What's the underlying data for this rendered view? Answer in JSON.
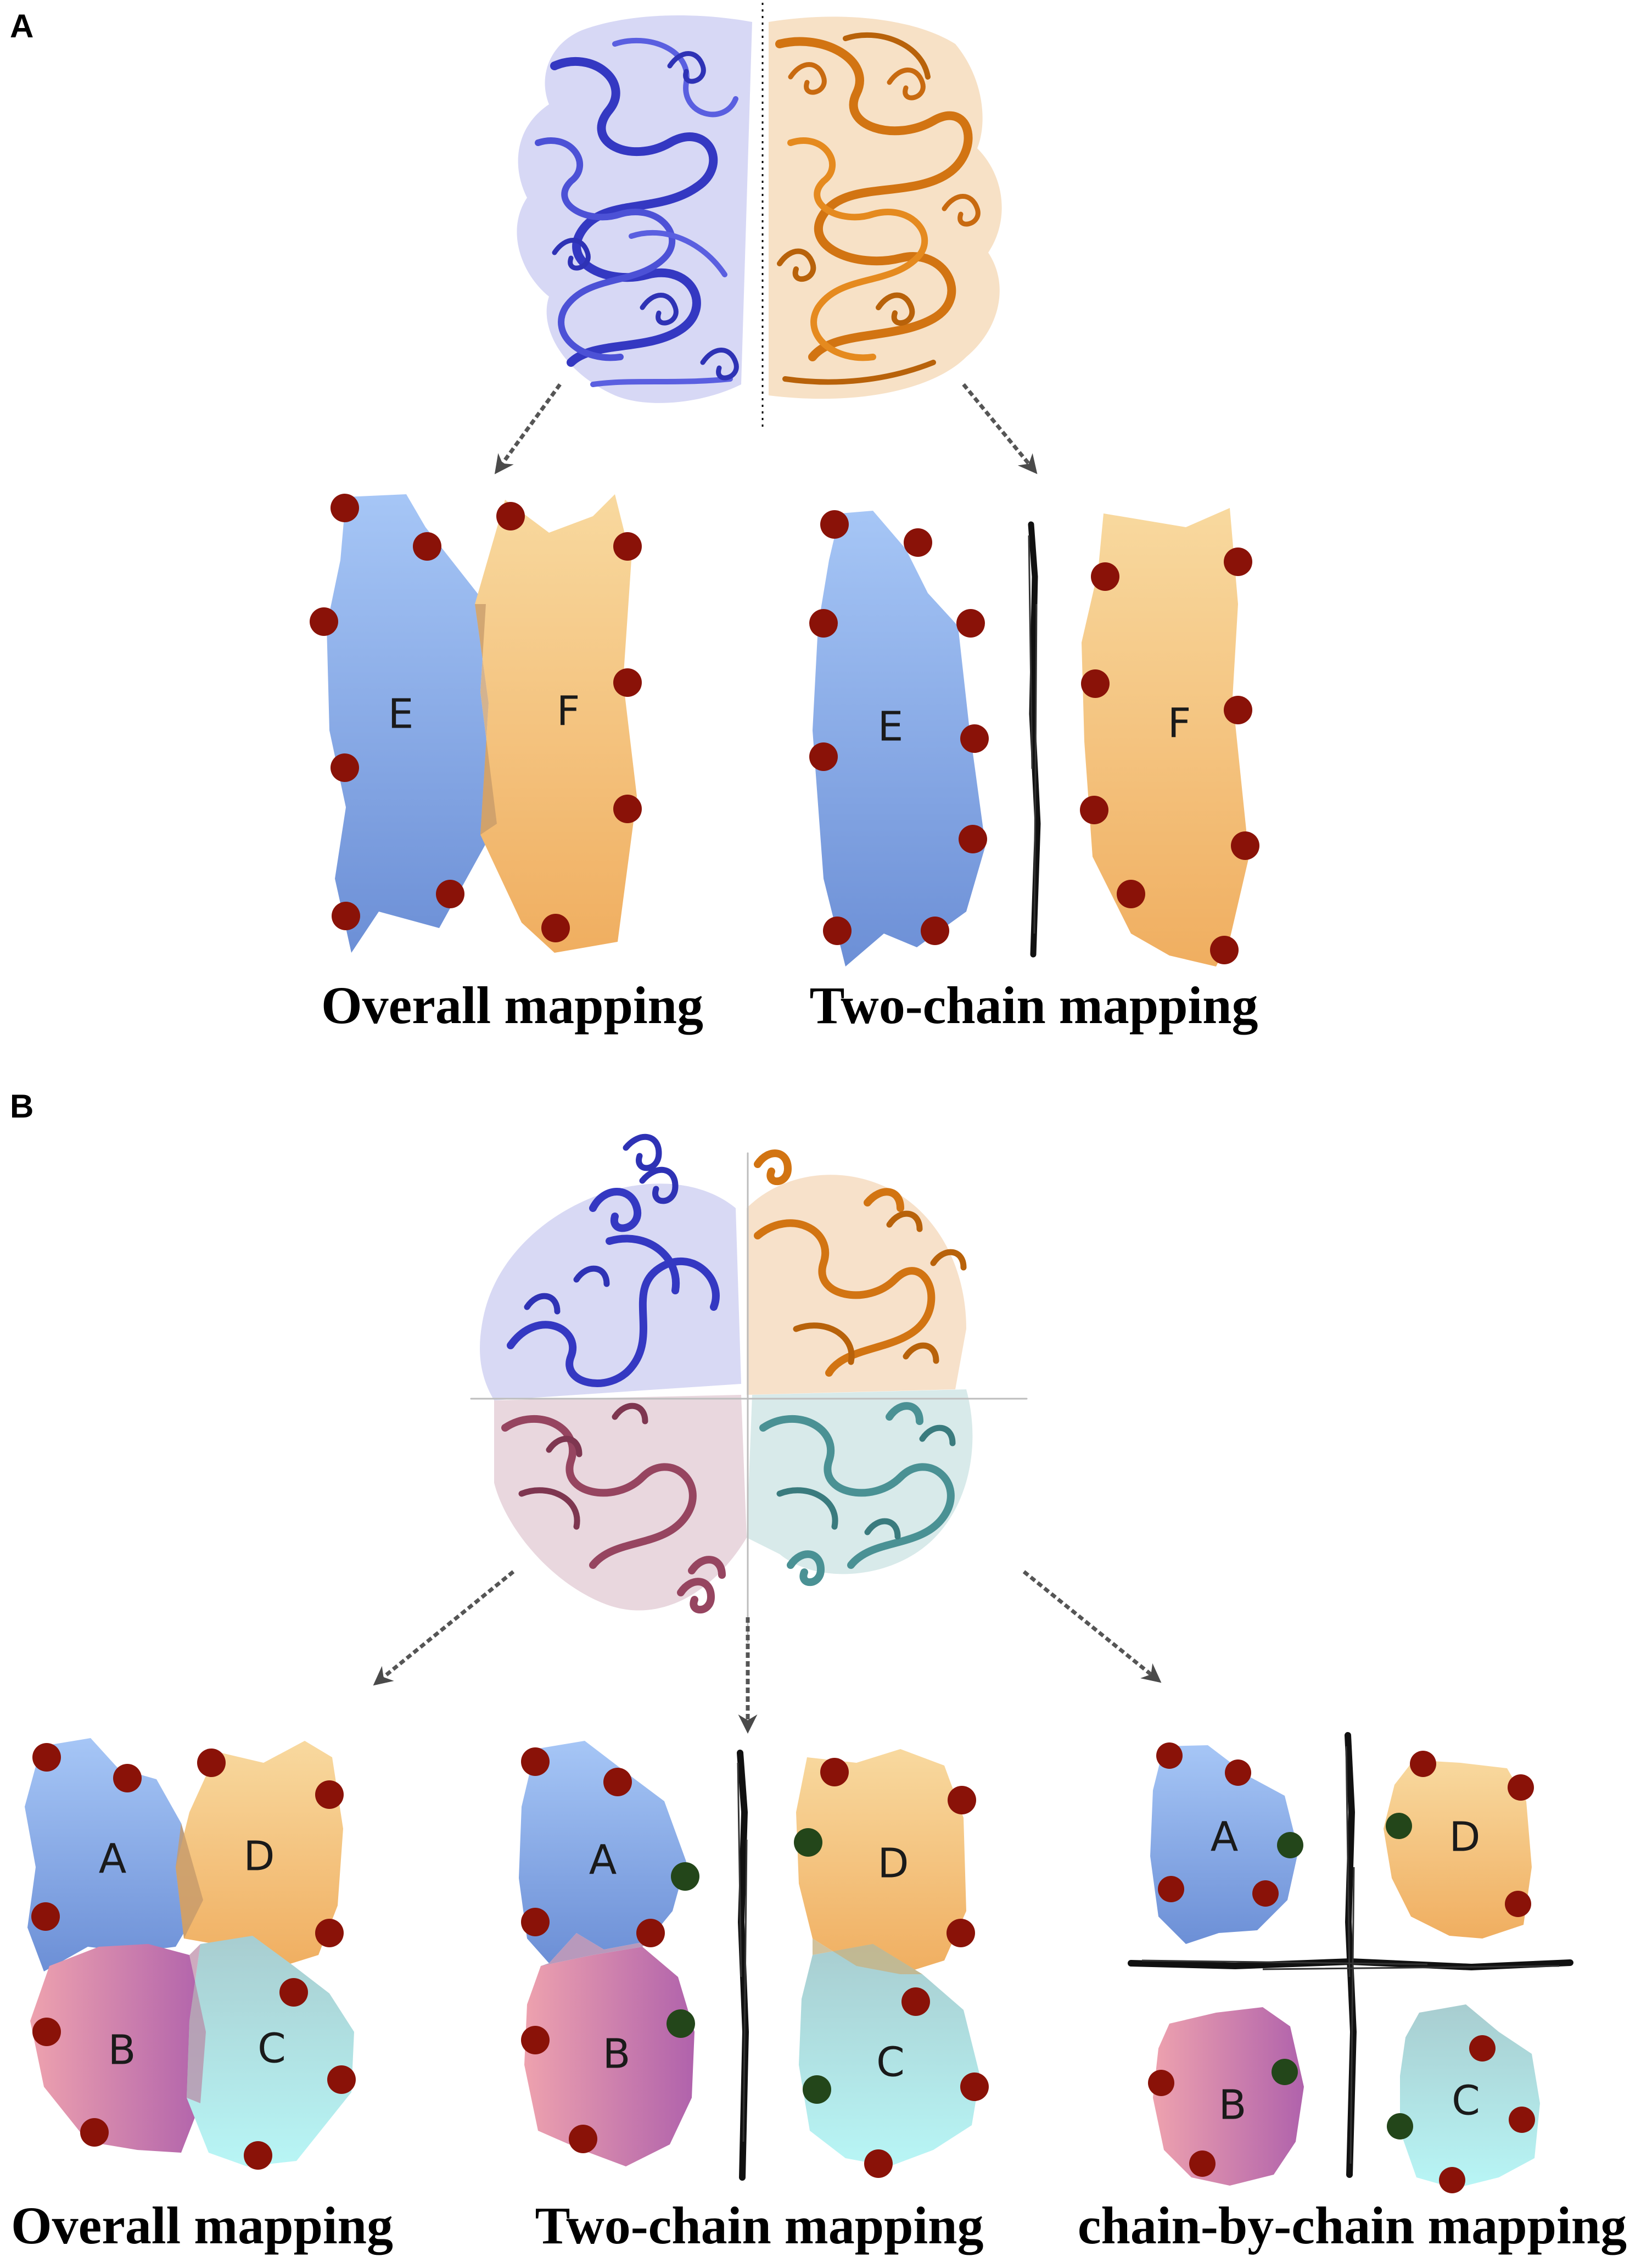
{
  "panels": [
    {
      "letter": "A",
      "chain_colors": [
        "#3a3fc8",
        "#d9780f"
      ],
      "layouts": [
        {
          "caption": "Overall mapping",
          "chains": [
            {
              "label": "E"
            },
            {
              "label": "F"
            }
          ]
        },
        {
          "caption": "Two-chain mapping",
          "chains": [
            {
              "label": "E"
            },
            {
              "label": "F"
            }
          ]
        }
      ]
    },
    {
      "letter": "B",
      "chain_colors": [
        "#3a3fc8",
        "#d9780f",
        "#9c4a67",
        "#4f9ea0"
      ],
      "layouts": [
        {
          "caption": "Overall mapping",
          "chains": [
            {
              "label": "A"
            },
            {
              "label": "D"
            },
            {
              "label": "B"
            },
            {
              "label": "C"
            }
          ]
        },
        {
          "caption": "Two-chain mapping",
          "chains": [
            {
              "label": "A"
            },
            {
              "label": "D"
            },
            {
              "label": "B"
            },
            {
              "label": "C"
            }
          ]
        },
        {
          "caption": "chain-by-chain mapping",
          "chains": [
            {
              "label": "A"
            },
            {
              "label": "D"
            },
            {
              "label": "B"
            },
            {
              "label": "C"
            }
          ]
        }
      ]
    }
  ],
  "colors": {
    "blue_top": "#a6c6f6",
    "blue_bottom": "#6c8fd6",
    "orange_top": "#f8d99f",
    "orange_bottom": "#f0ae60",
    "pink_left": "#eea2ae",
    "pink_right": "#b062ac",
    "teal_top": "#a8cdd0",
    "teal_bottom": "#b8f6f6",
    "dot_red": "#8a1208",
    "dot_green": "#23461a",
    "divider": "#111111"
  }
}
